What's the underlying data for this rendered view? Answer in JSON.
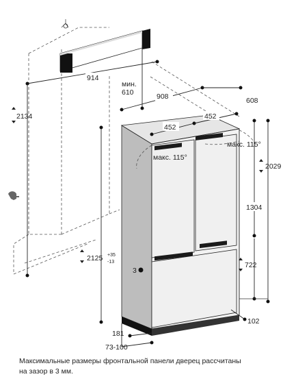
{
  "dimensions": {
    "niche_width": "914",
    "niche_depth_min_label": "мин.",
    "niche_depth_min": "610",
    "niche_height": "2134",
    "unit_width": "908",
    "door_width_left": "452",
    "door_width_right": "452",
    "unit_depth": "608",
    "door_angle_right": "макс. 115°",
    "door_angle_left": "макс. 115°",
    "top_section_height": "2029",
    "split_height": "1304",
    "install_height": "2125",
    "install_tol_plus": "+35",
    "install_tol_minus": "-13",
    "door_gap": "3",
    "drawer_height": "722",
    "bottom_depth": "102",
    "plinth_depth": "181",
    "plinth_range": "73-100"
  },
  "caption": {
    "line1": "Максимальные размеры фронтальной панели дверец рассчитаны",
    "line2": "на зазор в 3 мм."
  }
}
